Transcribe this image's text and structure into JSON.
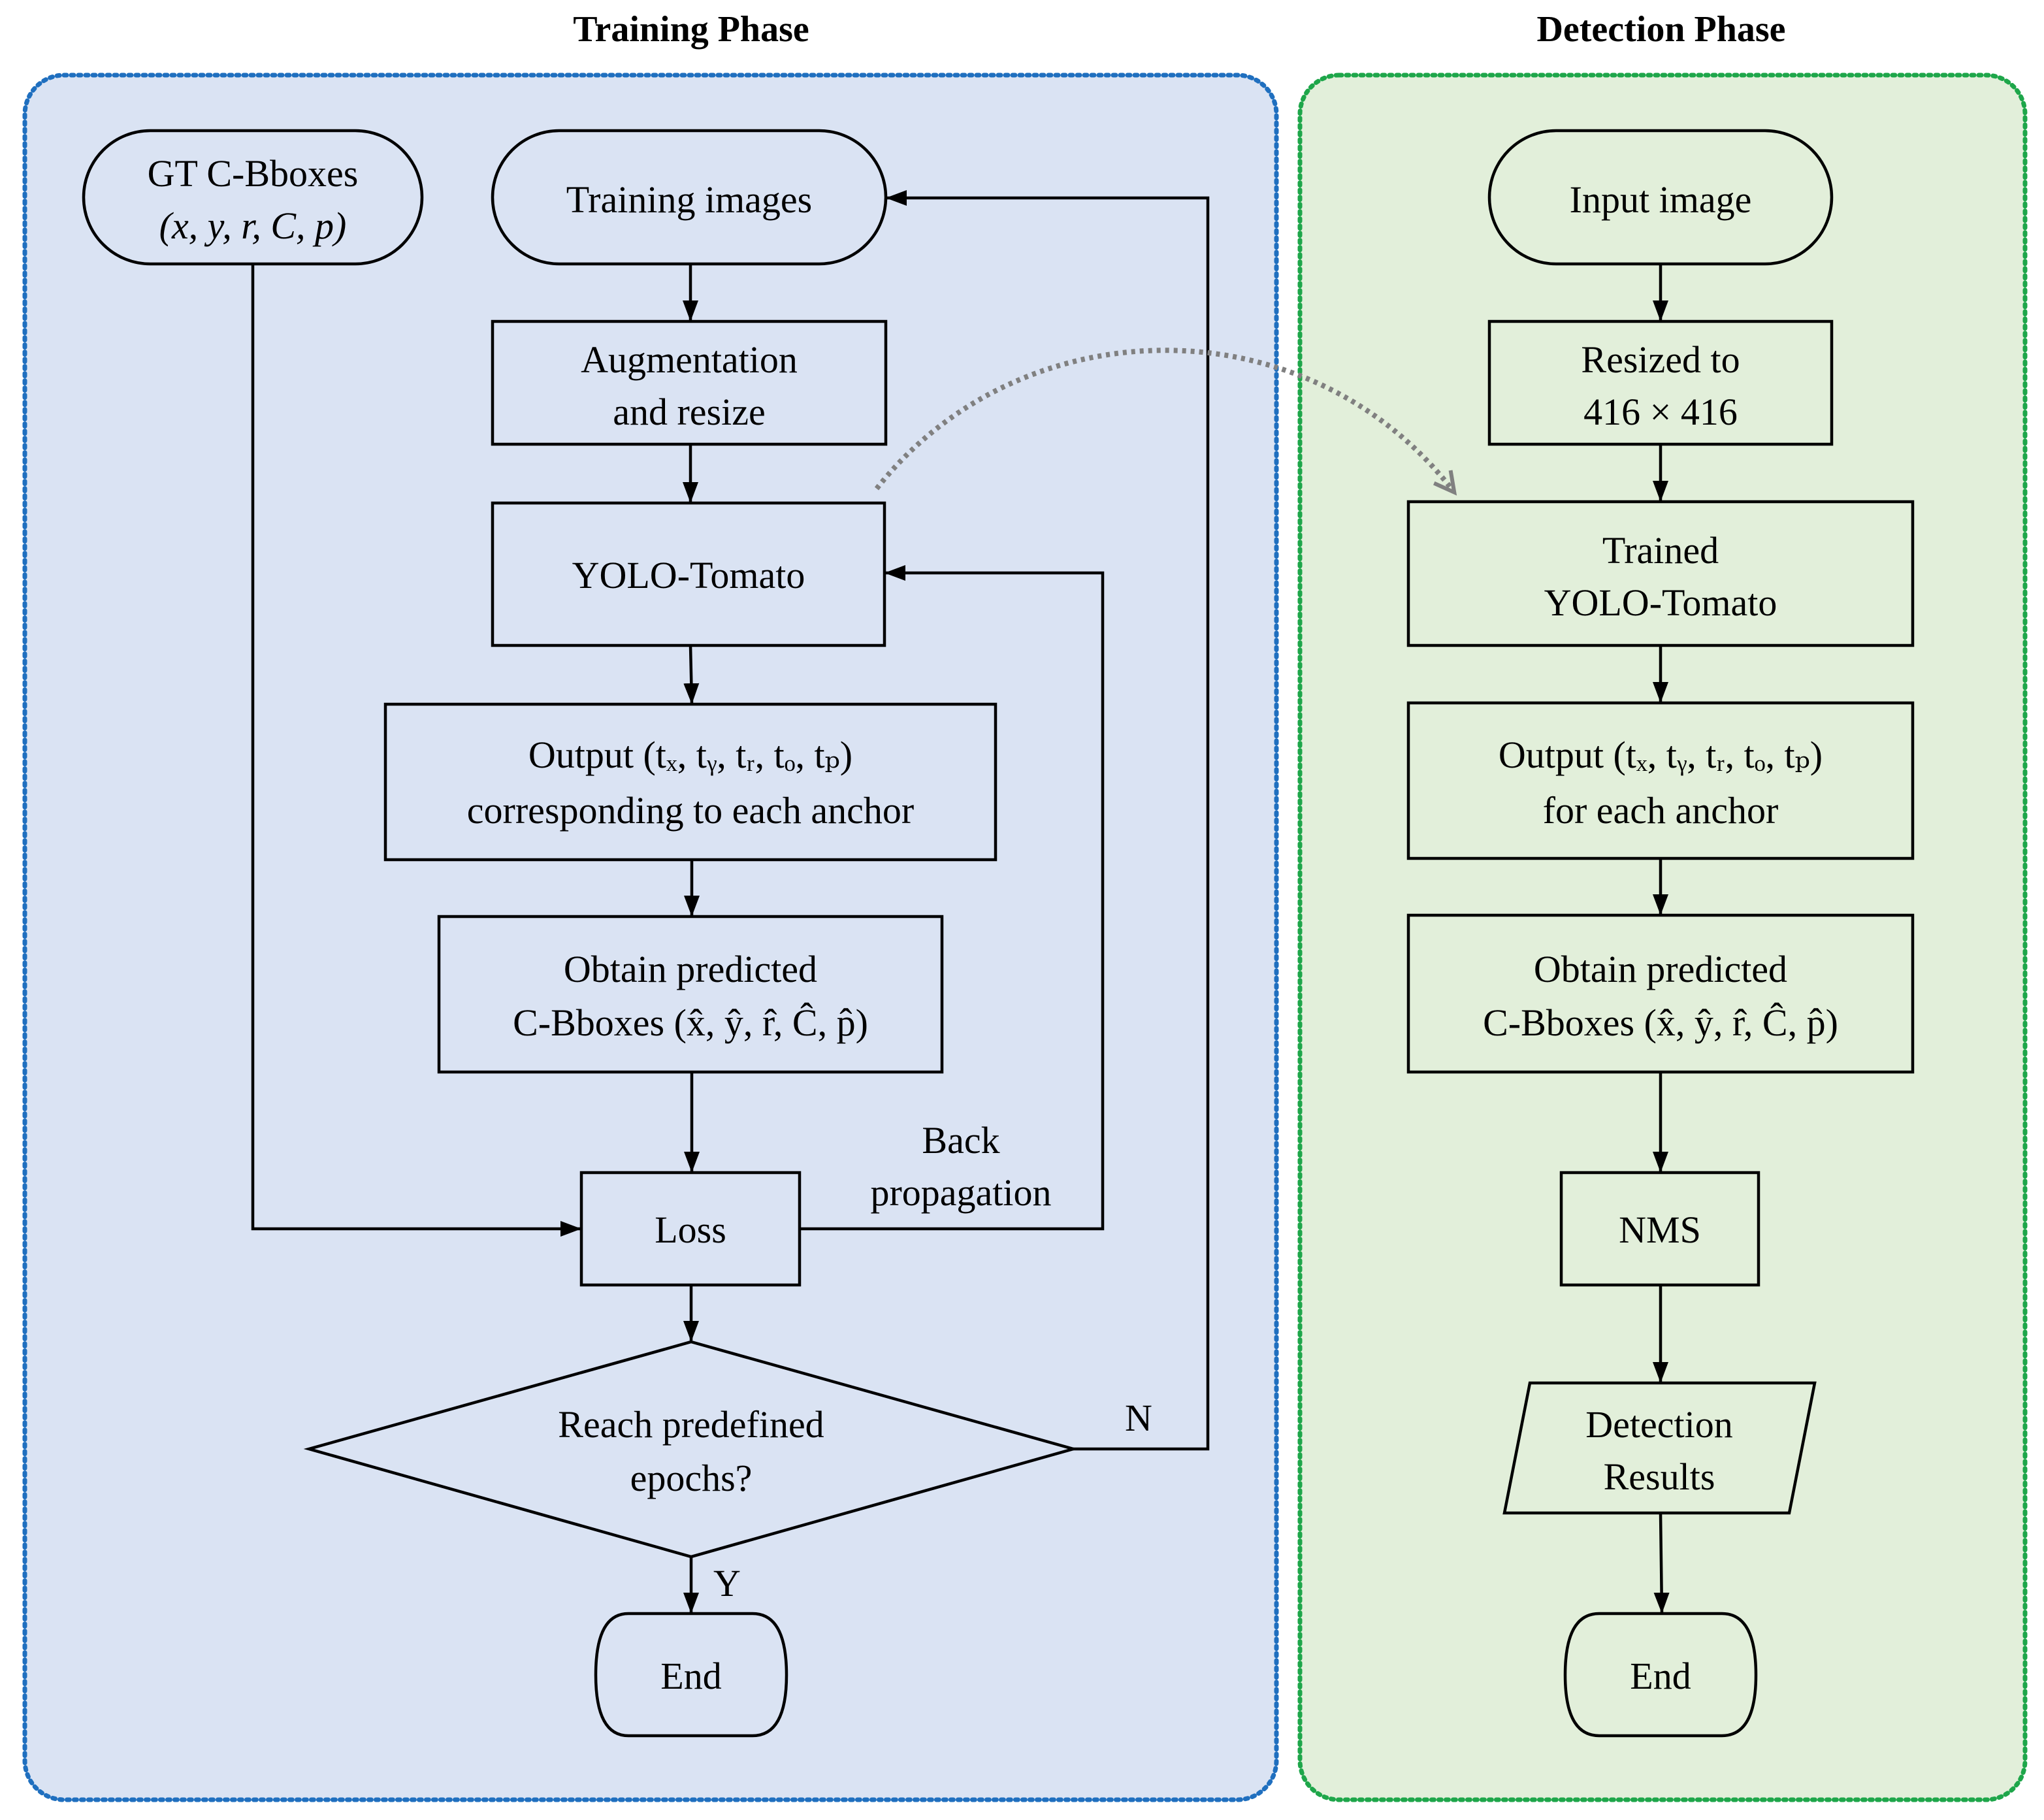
{
  "colors": {
    "training_panel_fill": "#dae3f3",
    "training_panel_border": "#1f6fbf",
    "detection_panel_fill": "#e2efda",
    "detection_panel_border": "#1ea64a",
    "link_arrow": "#808080"
  },
  "training": {
    "title": "Training Phase",
    "gt_line1": "GT C-Bboxes",
    "gt_line2": "(x, y, r, C, p)",
    "training_images": "Training images",
    "augment_line1": "Augmentation",
    "augment_line2": "and resize",
    "yolo": "YOLO-Tomato",
    "output_line1": "Output (tₓ, tᵧ, tᵣ, tₒ, tₚ)",
    "output_line2": "corresponding to each anchor",
    "obtain_line1": "Obtain predicted",
    "obtain_line2": "C-Bboxes (x̂, ŷ, r̂, Ĉ, p̂)",
    "loss": "Loss",
    "backprop_line1": "Back",
    "backprop_line2": "propagation",
    "decision_line1": "Reach predefined",
    "decision_line2": "epochs?",
    "no_label": "N",
    "yes_label": "Y",
    "end": "End"
  },
  "detection": {
    "title": "Detection Phase",
    "input": "Input image",
    "resize_line1": "Resized to",
    "resize_line2": "416 × 416",
    "trained_line1": "Trained",
    "trained_line2": "YOLO-Tomato",
    "output_line1": "Output (tₓ, tᵧ, tᵣ, tₒ, tₚ)",
    "output_line2": "for each anchor",
    "obtain_line1": "Obtain predicted",
    "obtain_line2": "C-Bboxes (x̂, ŷ, r̂, Ĉ, p̂)",
    "nms": "NMS",
    "results_line1": "Detection",
    "results_line2": "Results",
    "end": "End"
  }
}
